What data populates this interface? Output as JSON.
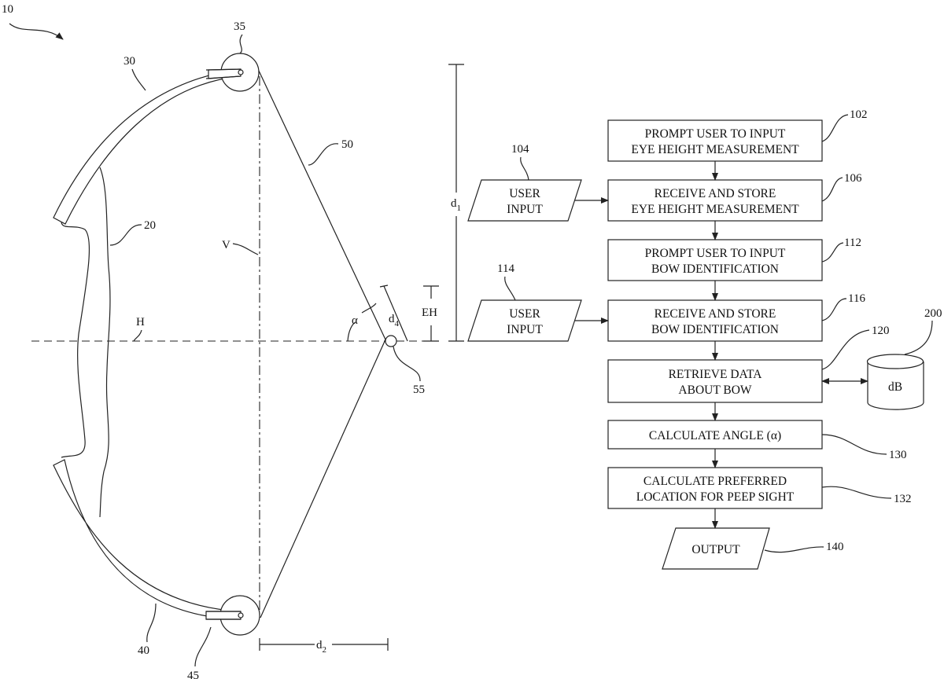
{
  "figure": {
    "ref_bow": "10",
    "ref_riser": "20",
    "ref_upper_limb": "30",
    "ref_upper_cam": "35",
    "ref_lower_limb": "40",
    "ref_lower_cam": "45",
    "ref_string": "50",
    "ref_peep": "55",
    "label_vertical": "V",
    "label_horizontal": "H",
    "label_alpha": "α",
    "label_d1": "d",
    "label_d1_sub": "1",
    "label_d2": "d",
    "label_d2_sub": "2",
    "label_d4": "d",
    "label_d4_sub": "4",
    "label_eh": "EH"
  },
  "flowchart": {
    "steps": [
      {
        "ref": "102",
        "lines": [
          "PROMPT USER TO INPUT",
          "EYE HEIGHT MEASUREMENT"
        ]
      },
      {
        "ref": "106",
        "lines": [
          "RECEIVE AND STORE",
          "EYE HEIGHT MEASUREMENT"
        ]
      },
      {
        "ref": "112",
        "lines": [
          "PROMPT USER TO INPUT",
          "BOW IDENTIFICATION"
        ]
      },
      {
        "ref": "116",
        "lines": [
          "RECEIVE AND STORE",
          "BOW IDENTIFICATION"
        ]
      },
      {
        "ref": "120",
        "lines": [
          "RETRIEVE DATA",
          "ABOUT BOW"
        ]
      },
      {
        "ref": "130",
        "lines": [
          "CALCULATE ANGLE (α)"
        ]
      },
      {
        "ref": "132",
        "lines": [
          "CALCULATE PREFERRED",
          "LOCATION FOR PEEP SIGHT"
        ]
      }
    ],
    "inputs": [
      {
        "ref": "104",
        "lines": [
          "USER",
          "INPUT"
        ]
      },
      {
        "ref": "114",
        "lines": [
          "USER",
          "INPUT"
        ]
      }
    ],
    "output": {
      "ref": "140",
      "label": "OUTPUT"
    },
    "database": {
      "ref": "200",
      "label": "dB"
    }
  }
}
